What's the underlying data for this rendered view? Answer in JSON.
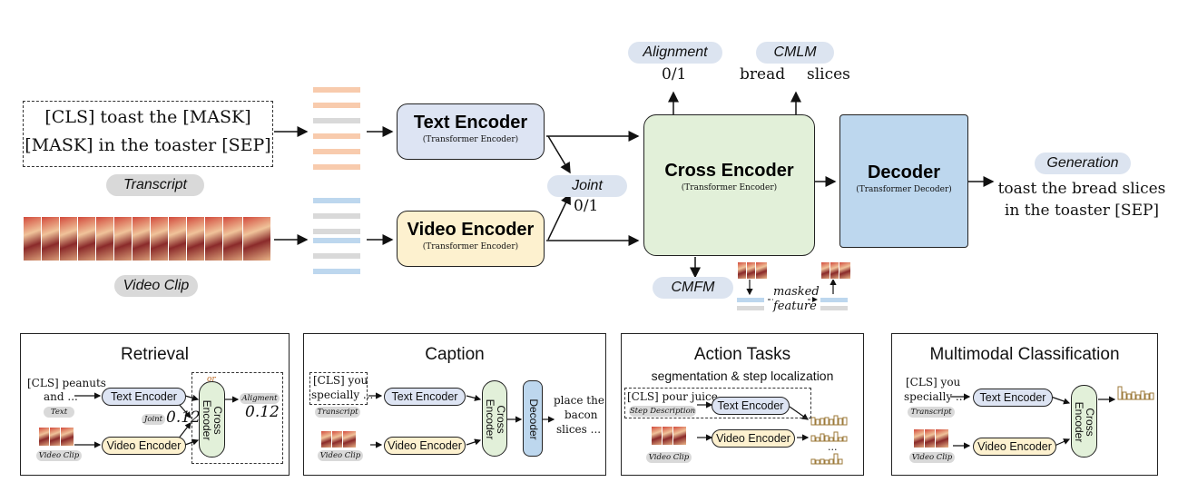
{
  "top": {
    "transcript_line1": "[CLS] toast the [MASK]",
    "transcript_line2": "[MASK] in the toaster [SEP]",
    "transcript_pill": "Transcript",
    "video_clip_pill": "Video Clip",
    "text_encoder": {
      "title": "Text Encoder",
      "sub": "(Transformer Encoder)"
    },
    "video_encoder": {
      "title": "Video Encoder",
      "sub": "(Transformer Encoder)"
    },
    "cross_encoder": {
      "title": "Cross Encoder",
      "sub": "(Transformer Encoder)"
    },
    "decoder": {
      "title": "Decoder",
      "sub": "(Transformer Decoder)"
    },
    "joint_pill": "Joint",
    "joint_value": "0/1",
    "alignment_pill": "Alignment",
    "alignment_value": "0/1",
    "cmlm_pill": "CMLM",
    "cmlm_word1": "bread",
    "cmlm_word2": "slices",
    "cmfm_pill": "CMFM",
    "masked_feature_line1": "masked",
    "masked_feature_line2": "feature",
    "generation_pill": "Generation",
    "generation_line1": "toast the bread slices",
    "generation_line2": "in the toaster [SEP]"
  },
  "panels": {
    "retrieval": {
      "title": "Retrieval",
      "text_line1": "[CLS] peanuts",
      "text_line2": "and ...",
      "text_pill": "Text",
      "video_pill": "Video Clip",
      "text_encoder": "Text Encoder",
      "video_encoder": "Video Encoder",
      "cross_encoder": "Cross\nEncoder",
      "or_label": "or",
      "joint_label": "Joint",
      "joint_value": "0.12",
      "alignment_label": "Aligment",
      "alignment_value": "0.12"
    },
    "caption": {
      "title": "Caption",
      "text_line1": "[CLS] you",
      "text_line2": "specially ...",
      "text_pill": "Transcript",
      "video_pill": "Video Clip",
      "text_encoder": "Text Encoder",
      "video_encoder": "Video Encoder",
      "cross_encoder": "Cross\nEncoder",
      "decoder": "Decoder",
      "output_line1": "place the",
      "output_line2": "bacon",
      "output_line3": "slices ..."
    },
    "action": {
      "title": "Action Tasks",
      "subtitle": "segmentation &  step localization",
      "text_line1": "[CLS] pour juice",
      "text_pill": "Step Description",
      "video_pill": "Video Clip",
      "text_encoder": "Text Encoder",
      "video_encoder": "Video Encoder",
      "ellipsis": "..."
    },
    "classification": {
      "title": "Multimodal Classification",
      "text_line1": "[CLS] you",
      "text_line2": "specially ...",
      "text_pill": "Transcript",
      "video_pill": "Video Clip",
      "text_encoder": "Text Encoder",
      "video_encoder": "Video Encoder",
      "cross_encoder": "Cross\nEncoder"
    }
  },
  "colors": {
    "text_encoder_fill": "#dde4f3",
    "video_encoder_fill": "#fdf1cf",
    "cross_encoder_fill": "#e2f0d9",
    "decoder_fill": "#bdd7ee",
    "pill_blue": "#dce4f0",
    "pill_gray": "#d9d9d9",
    "token_orange": "#f8cbad",
    "token_gray": "#d9d9d9",
    "token_blue": "#bdd7ee",
    "bar_orange": "#c9a25a"
  }
}
